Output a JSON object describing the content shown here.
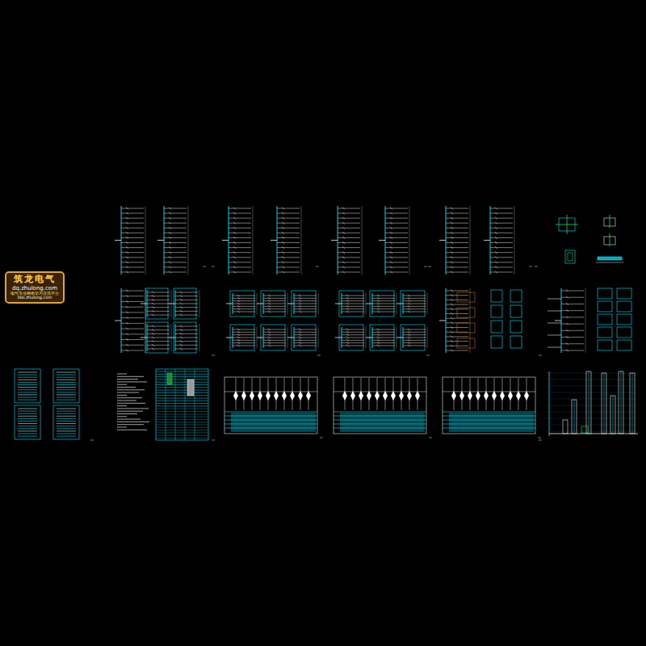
{
  "diagram": {
    "nodes": [
      {
        "text": [
          "筑龙电气",
          "dq.zhulong.com",
          "电气专业网络学习交流平台",
          "bbs.zhulong.com"
        ]
      }
    ]
  }
}
